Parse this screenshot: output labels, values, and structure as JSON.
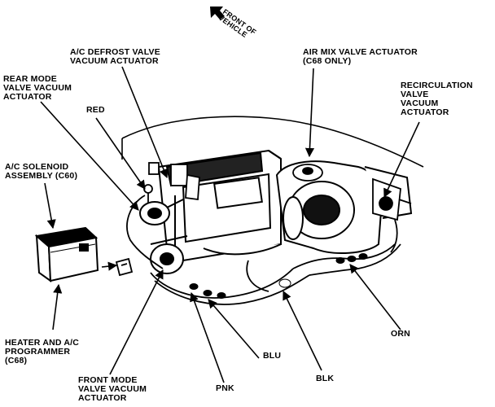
{
  "labels": {
    "front_of_vehicle": [
      "FRONT OF",
      "VEHICLE"
    ],
    "ac_defrost": [
      "A/C DEFROST VALVE",
      "VACUUM ACTUATOR"
    ],
    "air_mix": [
      "AIR MIX VALVE ACTUATOR",
      "(C68 ONLY)"
    ],
    "rear_mode": [
      "REAR MODE",
      "VALVE VACUUM",
      "ACTUATOR"
    ],
    "recirc": [
      "RECIRCULATION",
      "VALVE",
      "VACUUM",
      "ACTUATOR"
    ],
    "red": [
      "RED"
    ],
    "ac_solenoid": [
      "A/C SOLENOID",
      "ASSEMBLY (C60)"
    ],
    "heater_programmer": [
      "HEATER AND A/C",
      "PROGRAMMER",
      "(C68)"
    ],
    "front_mode": [
      "FRONT MODE",
      "VALVE VACUUM",
      "ACTUATOR"
    ],
    "pnk": [
      "PNK"
    ],
    "blu": [
      "BLU"
    ],
    "blk": [
      "BLK"
    ],
    "orn": [
      "ORN"
    ]
  }
}
